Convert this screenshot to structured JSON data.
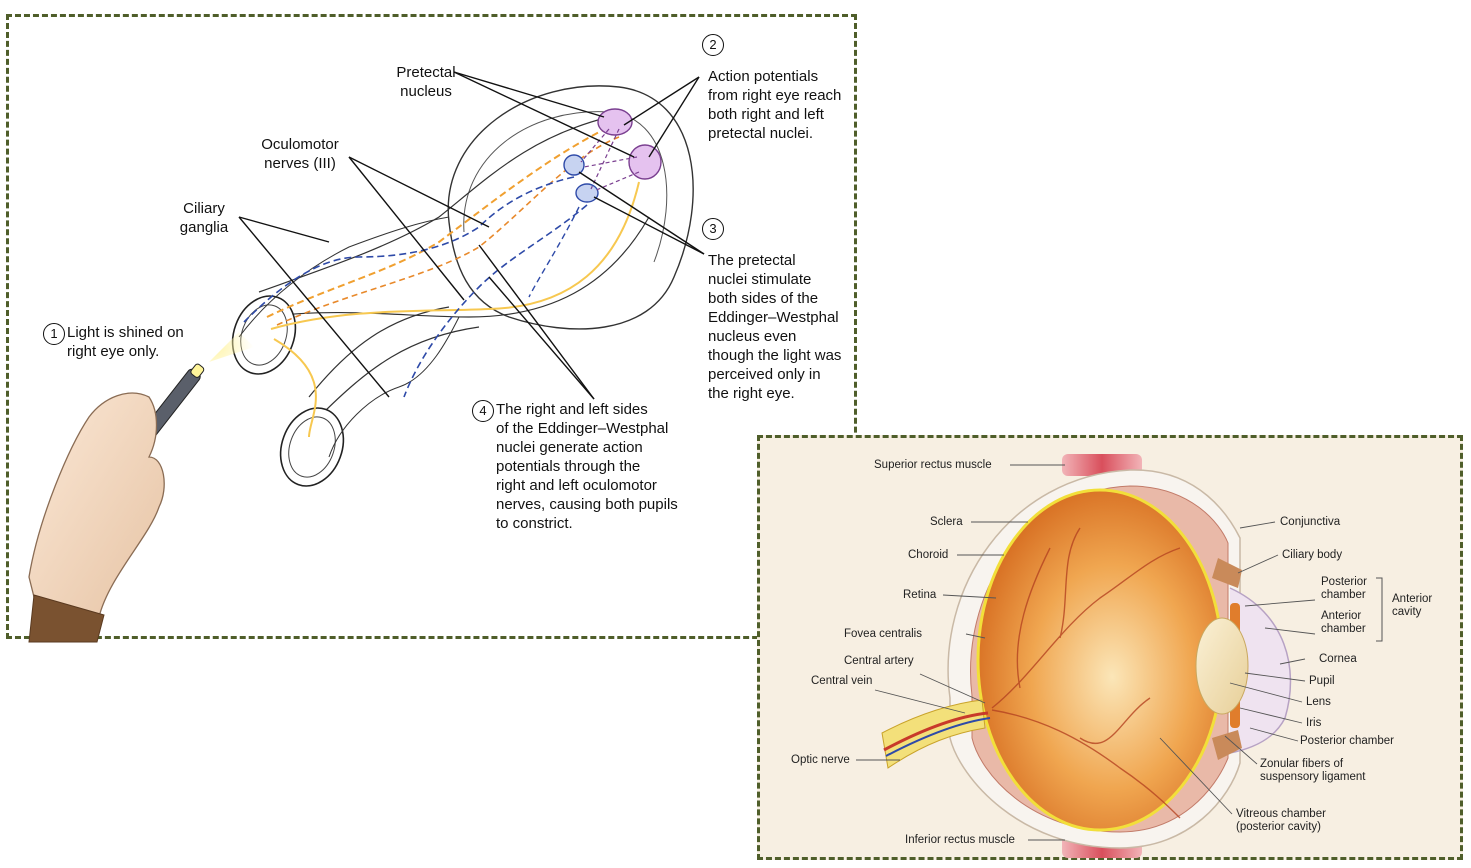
{
  "reflex_diagram": {
    "labels": {
      "pretectal_nucleus": "Pretectal\nnucleus",
      "oculomotor_nerves": "Oculomotor\nnerves (III)",
      "ciliary_ganglia": "Ciliary\nganglia",
      "step1_num": "1",
      "step1_text": "Light is shined on\nright eye only.",
      "step2_num": "2",
      "step2_text": "Action potentials\nfrom right eye reach\nboth right and left\npretectal nuclei.",
      "step3_num": "3",
      "step3_text": "The pretectal\nnuclei stimulate\nboth sides of the\nEddinger–Westphal\nnucleus even\nthough the light was\nperceived only in\nthe right eye.",
      "step4_num": "4",
      "step4_text": "The right and left sides\nof the Eddinger–Westphal\nnuclei generate action\npotentials through the\nright and left oculomotor\nnerves, causing both pupils\nto constrict."
    },
    "colors": {
      "afferent": "#f0a030",
      "efferent": "#2e4aa8",
      "pretectal": "#d9a7e8",
      "border": "#4f5e2a"
    }
  },
  "eye_diagram": {
    "labels": {
      "superior_rectus": "Superior rectus muscle",
      "sclera": "Sclera",
      "choroid": "Choroid",
      "retina": "Retina",
      "fovea": "Fovea centralis",
      "central_artery": "Central artery",
      "central_vein": "Central vein",
      "optic_nerve": "Optic nerve",
      "inferior_rectus": "Inferior rectus muscle",
      "conjunctiva": "Conjunctiva",
      "ciliary_body": "Ciliary body",
      "posterior_chamber_1": "Posterior\nchamber",
      "anterior_chamber": "Anterior\nchamber",
      "anterior_cavity": "Anterior\ncavity",
      "cornea": "Cornea",
      "pupil": "Pupil",
      "lens": "Lens",
      "iris": "Iris",
      "posterior_chamber_2": "Posterior chamber",
      "zonular_fibers": "Zonular fibers of\nsuspensory ligament",
      "vitreous_chamber": "Vitreous chamber\n(posterior cavity)"
    },
    "colors": {
      "background": "#f7efe2",
      "eyeball": "#e8832a",
      "lens": "#f3e2b8",
      "muscle": "#d94f5c"
    }
  }
}
